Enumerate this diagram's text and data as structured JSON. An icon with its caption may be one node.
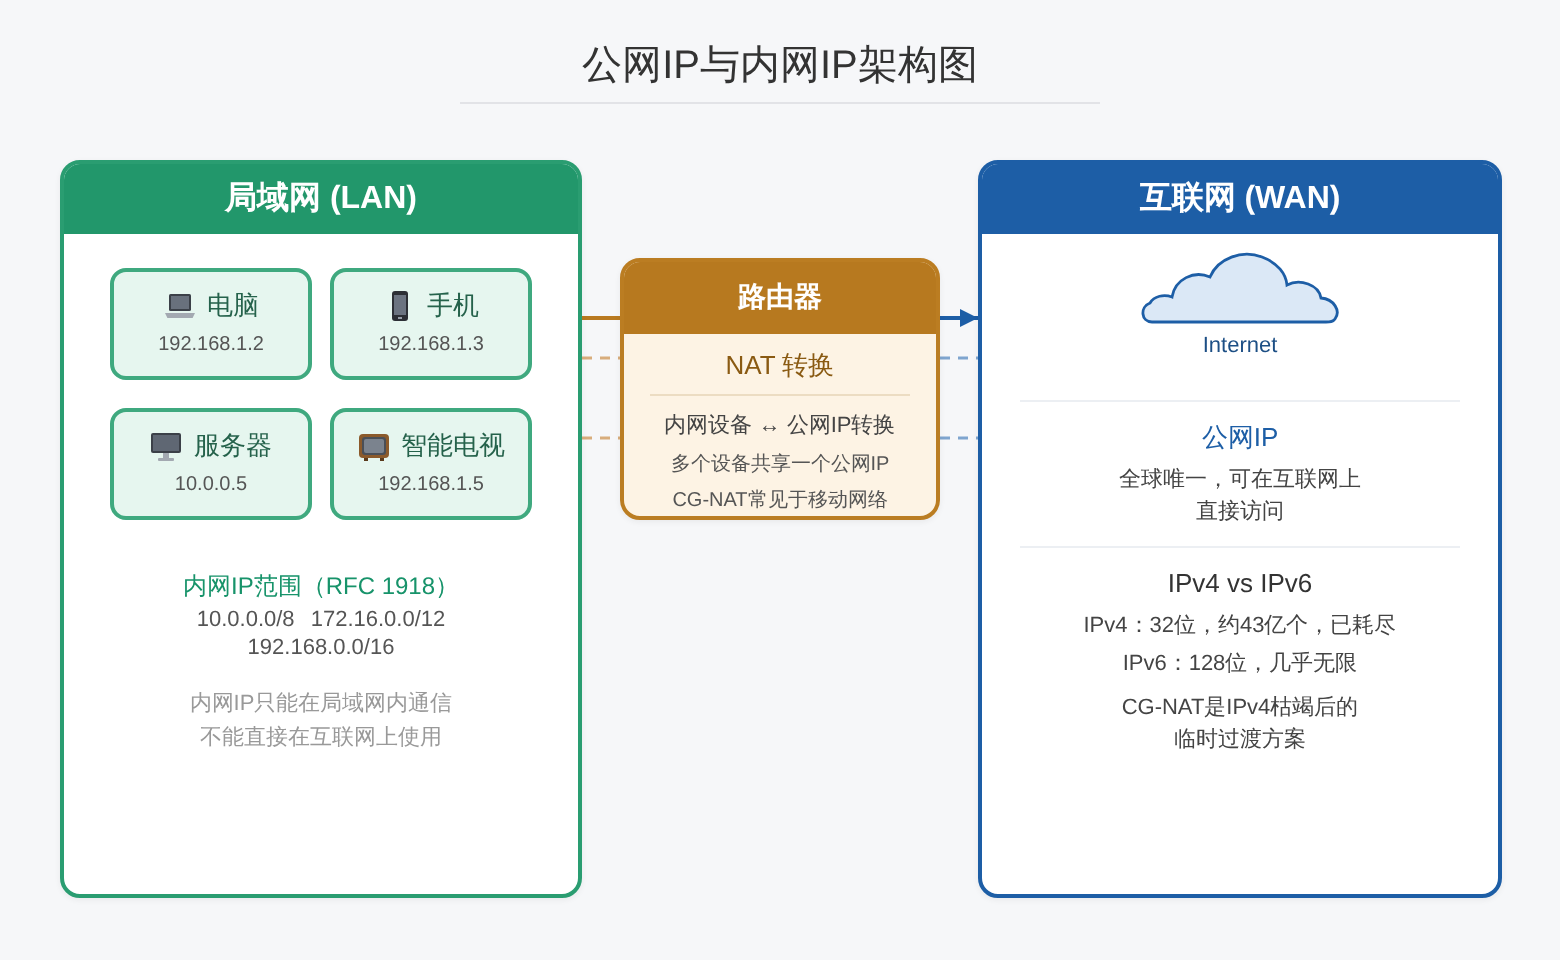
{
  "diagram": {
    "title": "公网IP与内网IP架构图",
    "nodes": [
      {
        "text": [
          "局域网 (LAN)",
          "内网IP范围（RFC 1918）",
          "10.0.0.0/8 172.16.0.0/12 192.168.0.0/16",
          "内网IP只能在局域网内通信不能直接在互联网上使用"
        ]
      },
      {
        "text": [
          "电脑",
          "192.168.1.2"
        ],
        "in": 0
      },
      {
        "text": [
          "手机",
          "192.168.1.3"
        ],
        "in": 0
      },
      {
        "text": [
          "服务器",
          "10.0.0.5"
        ],
        "in": 0
      },
      {
        "text": [
          "智能电视",
          "192.168.1.5"
        ],
        "in": 0
      },
      {
        "text": [
          "路由器",
          "NAT 转换",
          "内网设备 ↔ 公网IP转换",
          "多个设备共享一个公网IP",
          "CG-NAT常见于移动网络"
        ]
      },
      {
        "text": [
          "互联网 (WAN)",
          "Internet",
          "公网IP",
          "全球唯一，可在互联网上直接访问",
          "IPv4 vs IPv6",
          "IPv4：32位，约43亿个，已耗尽",
          "IPv6：128位，几乎无限",
          "CG-NAT是IPv4枯竭后的临时过渡方案"
        ]
      }
    ],
    "edges": [
      {
        "from": 0,
        "to": 5,
        "arrow": "none",
        "color": "#b97a20"
      },
      {
        "from": 5,
        "to": 6,
        "arrow": "to",
        "color": "#1d5ea6"
      },
      {
        "from": 0,
        "to": 5,
        "arrow": "none",
        "style": "dashed",
        "color": "#d8ad7c"
      },
      {
        "from": 5,
        "to": 6,
        "arrow": "none",
        "style": "dashed",
        "color": "#7fa5cf"
      },
      {
        "from": 0,
        "to": 5,
        "arrow": "none",
        "style": "dashed",
        "color": "#d8ad7c"
      },
      {
        "from": 5,
        "to": 6,
        "arrow": "none",
        "style": "dashed",
        "color": "#7fa5cf"
      }
    ]
  }
}
